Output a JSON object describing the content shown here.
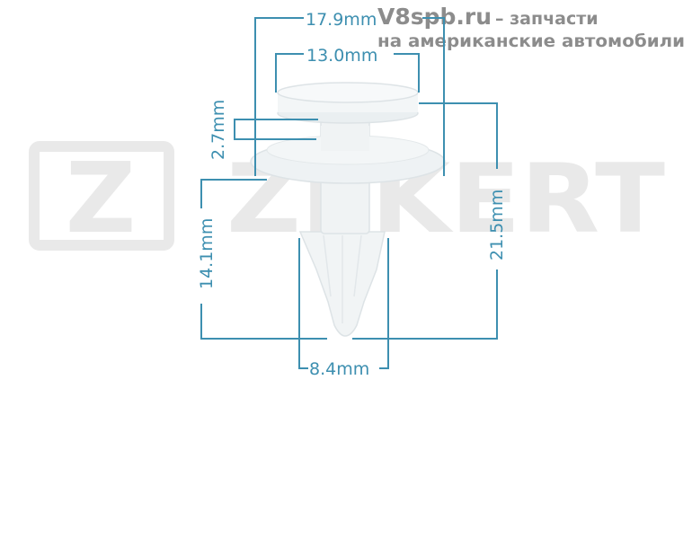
{
  "watermark": {
    "site": "V8spb.ru",
    "line1": "– запчасти",
    "line2": "на американские автомобили"
  },
  "brand": {
    "name": "ZEKERT",
    "logo_letter": "Z"
  },
  "colors": {
    "dimension": "#3d8fb0",
    "watermark_text": "#8c8c8c",
    "brand_mark": "#e9e9e9",
    "part_fill": "#f1f4f5",
    "part_stroke": "#dde3e6"
  },
  "dimensions": {
    "head_span": "17.9mm",
    "head_diameter": "13.0mm",
    "head_thickness": "2.7mm",
    "total_length": "21.5mm",
    "shank_length": "14.1mm",
    "shank_width": "8.4mm"
  }
}
